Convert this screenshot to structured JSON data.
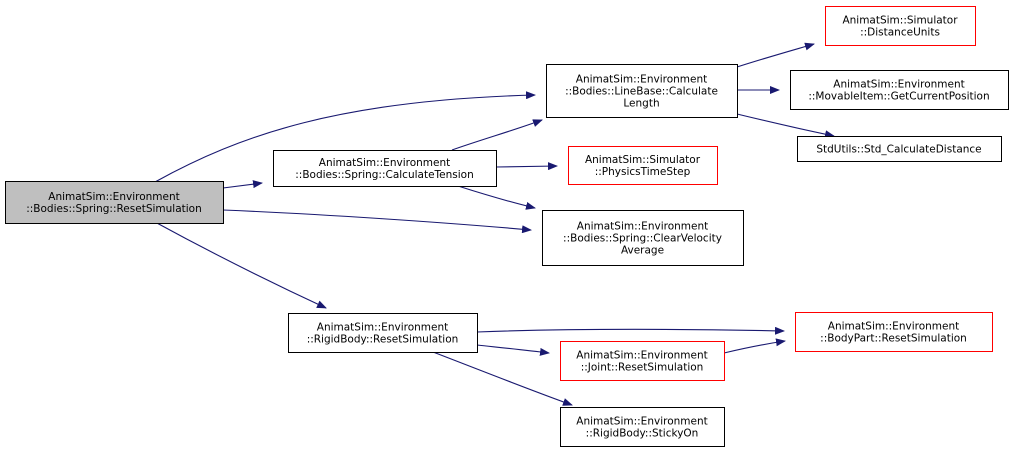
{
  "colors": {
    "edge": "#191970",
    "node_border": "#000000",
    "node_border_missing": "#ff0000",
    "root_fill": "#bfbfbf",
    "node_fill": "#ffffff"
  },
  "nodes": [
    {
      "id": "root",
      "lines": [
        "AnimatSim::Environment",
        "::Bodies::Spring::ResetSimulation"
      ],
      "kind": "root"
    },
    {
      "id": "calc_tension",
      "lines": [
        "AnimatSim::Environment",
        "::Bodies::Spring::CalculateTension"
      ],
      "kind": "normal"
    },
    {
      "id": "linebase_calc_length",
      "lines": [
        "AnimatSim::Environment",
        "::Bodies::LineBase::Calculate",
        "Length"
      ],
      "kind": "normal"
    },
    {
      "id": "distance_units",
      "lines": [
        "AnimatSim::Simulator",
        "::DistanceUnits"
      ],
      "kind": "missing"
    },
    {
      "id": "get_current_position",
      "lines": [
        "AnimatSim::Environment",
        "::MovableItem::GetCurrentPosition"
      ],
      "kind": "normal"
    },
    {
      "id": "std_calc_distance",
      "lines": [
        "StdUtils::Std_CalculateDistance"
      ],
      "kind": "normal"
    },
    {
      "id": "physics_time_step",
      "lines": [
        "AnimatSim::Simulator",
        "::PhysicsTimeStep"
      ],
      "kind": "missing"
    },
    {
      "id": "clear_velocity_avg",
      "lines": [
        "AnimatSim::Environment",
        "::Bodies::Spring::ClearVelocity",
        "Average"
      ],
      "kind": "normal"
    },
    {
      "id": "rigidbody_reset",
      "lines": [
        "AnimatSim::Environment",
        "::RigidBody::ResetSimulation"
      ],
      "kind": "normal"
    },
    {
      "id": "bodypart_reset",
      "lines": [
        "AnimatSim::Environment",
        "::BodyPart::ResetSimulation"
      ],
      "kind": "missing"
    },
    {
      "id": "joint_reset",
      "lines": [
        "AnimatSim::Environment",
        "::Joint::ResetSimulation"
      ],
      "kind": "missing"
    },
    {
      "id": "sticky_on",
      "lines": [
        "AnimatSim::Environment",
        "::RigidBody::StickyOn"
      ],
      "kind": "normal"
    }
  ],
  "edges": [
    {
      "from": "root",
      "to": "linebase_calc_length"
    },
    {
      "from": "root",
      "to": "calc_tension"
    },
    {
      "from": "root",
      "to": "clear_velocity_avg"
    },
    {
      "from": "root",
      "to": "rigidbody_reset"
    },
    {
      "from": "calc_tension",
      "to": "linebase_calc_length"
    },
    {
      "from": "calc_tension",
      "to": "physics_time_step"
    },
    {
      "from": "calc_tension",
      "to": "clear_velocity_avg"
    },
    {
      "from": "linebase_calc_length",
      "to": "distance_units"
    },
    {
      "from": "linebase_calc_length",
      "to": "get_current_position"
    },
    {
      "from": "linebase_calc_length",
      "to": "std_calc_distance"
    },
    {
      "from": "rigidbody_reset",
      "to": "bodypart_reset"
    },
    {
      "from": "rigidbody_reset",
      "to": "joint_reset"
    },
    {
      "from": "rigidbody_reset",
      "to": "sticky_on"
    },
    {
      "from": "joint_reset",
      "to": "bodypart_reset"
    }
  ]
}
